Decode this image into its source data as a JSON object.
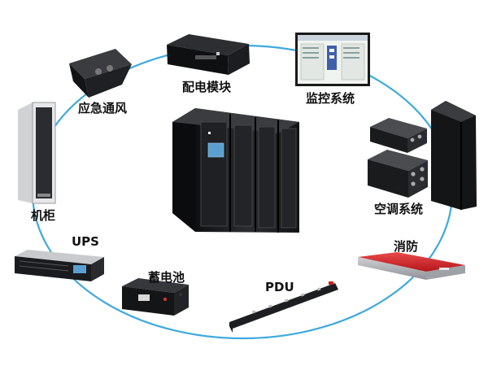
{
  "diagram": {
    "components": [
      {
        "id": "power-module",
        "label": "配电模块"
      },
      {
        "id": "monitoring",
        "label": "监控系统"
      },
      {
        "id": "emergency-ventilation",
        "label": "应急通风"
      },
      {
        "id": "cabinet",
        "label": "机柜"
      },
      {
        "id": "air-conditioning",
        "label": "空调系统"
      },
      {
        "id": "ups",
        "label": "UPS"
      },
      {
        "id": "fire-protection",
        "label": "消防"
      },
      {
        "id": "battery",
        "label": "蓄电池"
      },
      {
        "id": "pdu",
        "label": "PDU"
      }
    ],
    "panel": {
      "title": "监控系统"
    }
  },
  "colors": {
    "ring": "#3fa9df",
    "cabinet": "#1b1d20",
    "screen": "#5a9fd0",
    "fire_red": "#d8242a"
  }
}
